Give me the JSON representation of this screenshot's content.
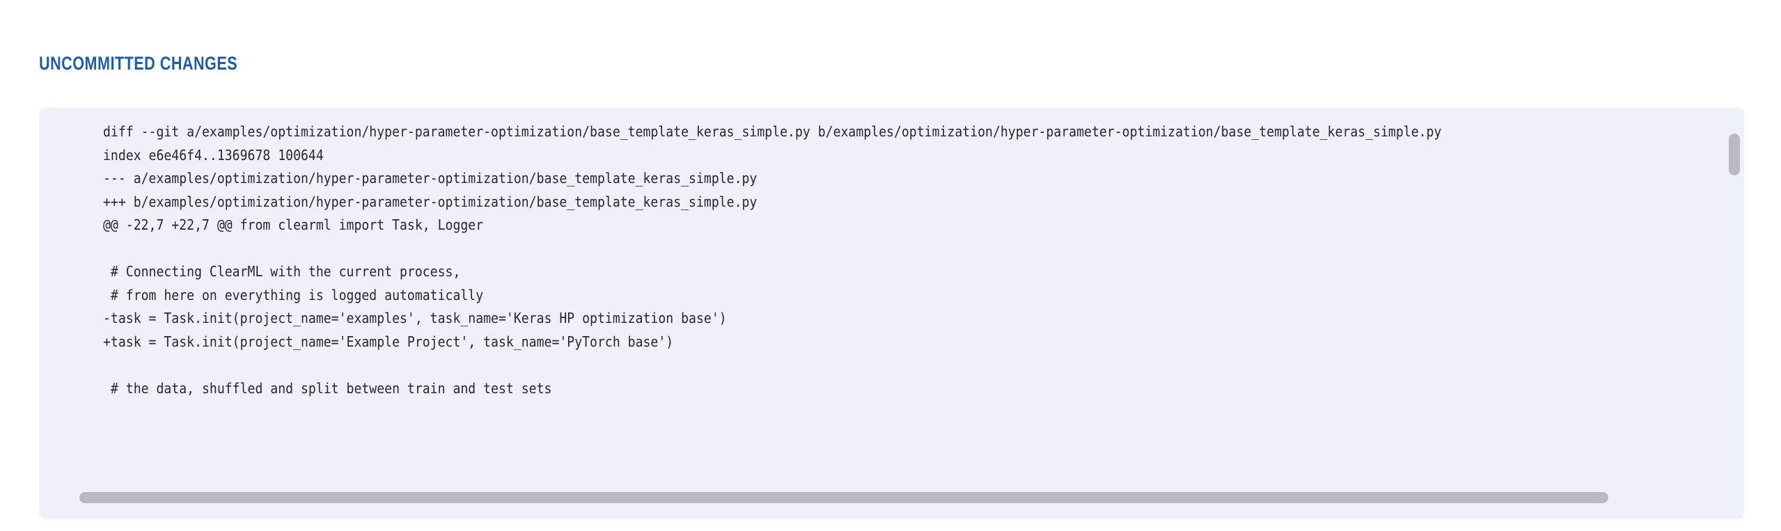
{
  "section": {
    "title": "UNCOMMITTED CHANGES",
    "title_color": "#1a5eaa"
  },
  "panel": {
    "background_color": "#eef1fa",
    "text_color": "#26282e",
    "scrollbar_thumb_color": "#b9babf"
  },
  "diff": {
    "lines": [
      "diff --git a/examples/optimization/hyper-parameter-optimization/base_template_keras_simple.py b/examples/optimization/hyper-parameter-optimization/base_template_keras_simple.py",
      "index e6e46f4..1369678 100644",
      "--- a/examples/optimization/hyper-parameter-optimization/base_template_keras_simple.py",
      "+++ b/examples/optimization/hyper-parameter-optimization/base_template_keras_simple.py",
      "@@ -22,7 +22,7 @@ from clearml import Task, Logger",
      "",
      " # Connecting ClearML with the current process,",
      " # from here on everything is logged automatically",
      "-task = Task.init(project_name='examples', task_name='Keras HP optimization base')",
      "+task = Task.init(project_name='Example Project', task_name='PyTorch base')",
      "",
      " # the data, shuffled and split between train and test sets"
    ]
  },
  "scrollbars": {
    "vertical": {
      "name": "vertical-scrollbar"
    },
    "horizontal": {
      "name": "horizontal-scrollbar"
    }
  }
}
